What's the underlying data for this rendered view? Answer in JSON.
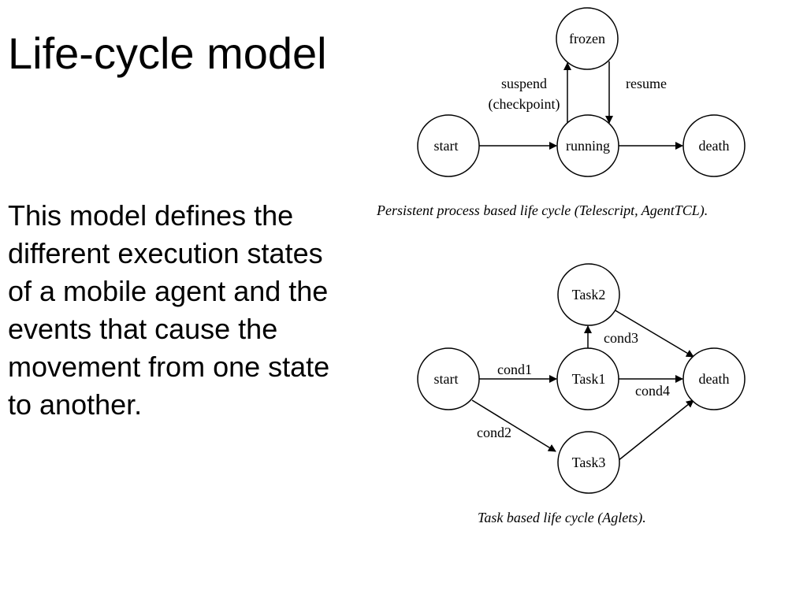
{
  "title": "Life-cycle model",
  "body": "This model defines the different execution states of a mobile agent and the events that cause the movement from one state to another.",
  "diagram1": {
    "caption": "Persistent process based life cycle (Telescript, AgentTCL).",
    "nodes": {
      "frozen": "frozen",
      "start": "start",
      "running": "running",
      "death": "death"
    },
    "edges": {
      "suspend": "suspend",
      "checkpoint": "(checkpoint)",
      "resume": "resume"
    }
  },
  "diagram2": {
    "caption": "Task based life cycle (Aglets).",
    "nodes": {
      "task2": "Task2",
      "start": "start",
      "task1": "Task1",
      "death": "death",
      "task3": "Task3"
    },
    "edges": {
      "cond1": "cond1",
      "cond2": "cond2",
      "cond3": "cond3",
      "cond4": "cond4"
    }
  }
}
